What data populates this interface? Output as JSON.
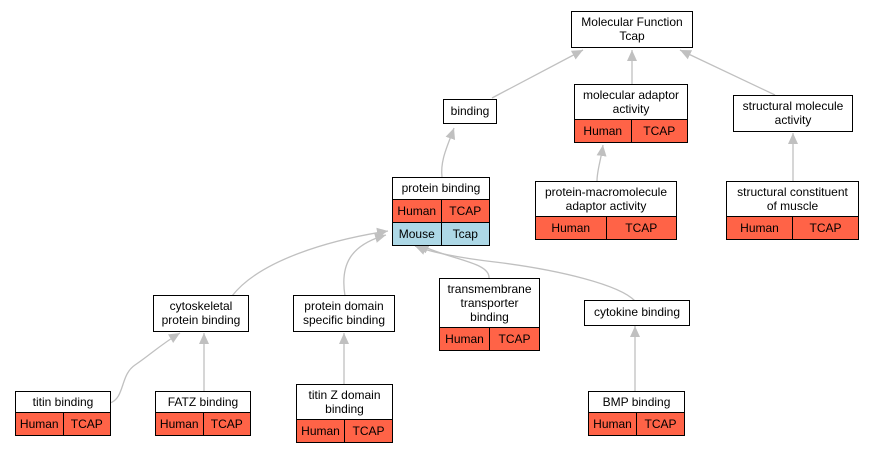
{
  "colors": {
    "human_row": "#ff6347",
    "mouse_row": "#add8e6",
    "edge": "#c0c0c0",
    "node_border": "#000000",
    "node_fill": "#ffffff"
  },
  "nodes": {
    "mf": {
      "line1": "Molecular Function",
      "line2": "Tcap"
    },
    "binding": {
      "line1": "binding"
    },
    "mol_adaptor": {
      "line1": "molecular adaptor",
      "line2": "activity",
      "org": "Human",
      "gene": "TCAP"
    },
    "struct_mol": {
      "line1": "structural molecule",
      "line2": "activity"
    },
    "protein_binding": {
      "line1": "protein binding",
      "rows": [
        {
          "org": "Human",
          "gene": "TCAP"
        },
        {
          "org": "Mouse",
          "gene": "Tcap"
        }
      ]
    },
    "pm_adaptor": {
      "line1": "protein-macromolecule",
      "line2": "adaptor activity",
      "org": "Human",
      "gene": "TCAP"
    },
    "struct_muscle": {
      "line1": "structural constituent",
      "line2": "of muscle",
      "org": "Human",
      "gene": "TCAP"
    },
    "cytoskeletal": {
      "line1": "cytoskeletal",
      "line2": "protein binding"
    },
    "domain_specific": {
      "line1": "protein domain",
      "line2": "specific binding"
    },
    "transmembrane": {
      "line1": "transmembrane",
      "line2": "transporter",
      "line3": "binding",
      "org": "Human",
      "gene": "TCAP"
    },
    "cytokine": {
      "line1": "cytokine binding"
    },
    "titin": {
      "line1": "titin binding",
      "org": "Human",
      "gene": "TCAP"
    },
    "fatz": {
      "line1": "FATZ binding",
      "org": "Human",
      "gene": "TCAP"
    },
    "titin_z": {
      "line1": "titin Z domain",
      "line2": "binding",
      "org": "Human",
      "gene": "TCAP"
    },
    "bmp": {
      "line1": "BMP binding",
      "org": "Human",
      "gene": "TCAP"
    }
  }
}
